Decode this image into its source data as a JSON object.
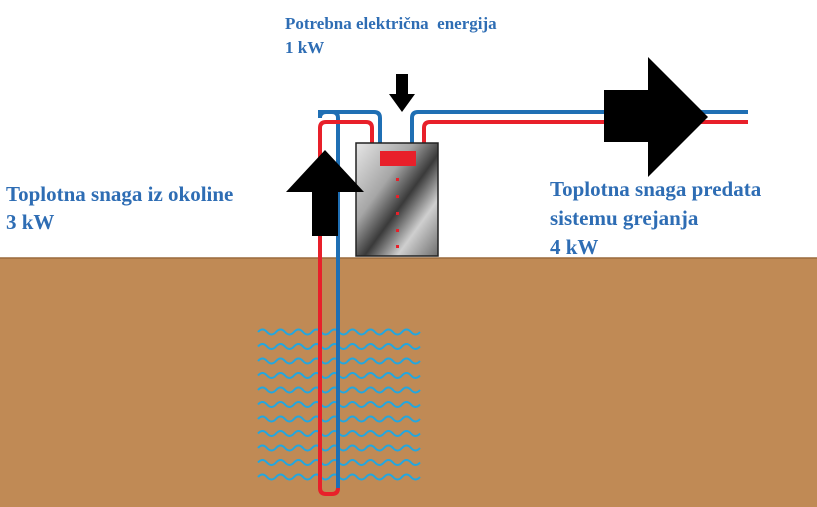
{
  "labels": {
    "electric": {
      "line1": "Potrebna električna  energija",
      "line2": "1 kW"
    },
    "environment": {
      "line1": "Toplotna snaga iz okoline",
      "line2": "3 kW"
    },
    "system": {
      "line1": "Toplotna snaga predata",
      "line2": "sistemu grejanja",
      "line3": "4 kW"
    }
  },
  "colors": {
    "ground": "#c08a55",
    "pipe_cold": "#1f6fb4",
    "pipe_hot": "#e8202a",
    "wave": "#22a7e0",
    "arrow": "#000000",
    "label_text": "#2e6db4"
  }
}
